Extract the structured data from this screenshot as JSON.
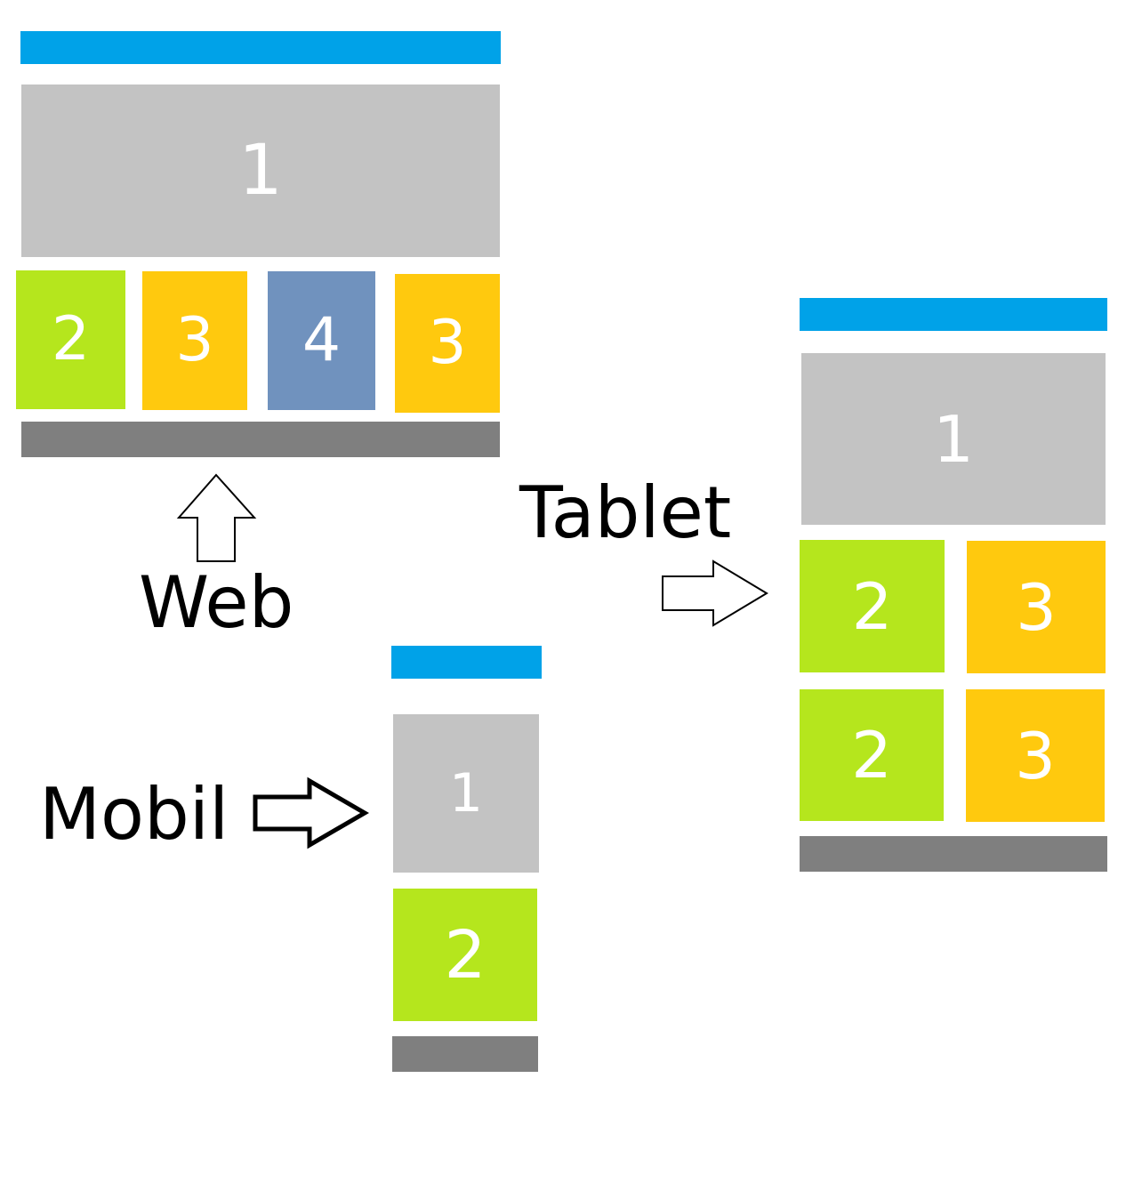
{
  "colors": {
    "header": "#00a2e8",
    "block1": "#c3c3c3",
    "block2": "#b5e61d",
    "block3": "#ffc90e",
    "block4": "#7092be",
    "footer": "#7f7f7f"
  },
  "web": {
    "label": "Web",
    "block1": "1",
    "row": [
      "2",
      "3",
      "4",
      "3"
    ]
  },
  "tablet": {
    "label": "Tablet",
    "block1": "1",
    "grid": [
      "2",
      "3",
      "2",
      "3"
    ]
  },
  "mobile": {
    "label": "Mobil",
    "block1": "1",
    "block2": "2"
  },
  "icons": [
    "up-arrow-icon",
    "right-arrow-icon",
    "bold-right-arrow-icon"
  ]
}
